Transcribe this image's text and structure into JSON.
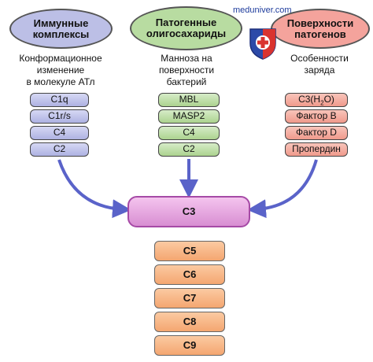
{
  "headers": [
    {
      "line1": "Иммунные",
      "line2": "комплексы"
    },
    {
      "line1": "Патогенные",
      "line2": "олигосахариды"
    },
    {
      "line1": "Поверхности",
      "line2": "патогенов"
    }
  ],
  "descriptions": [
    {
      "lines": [
        "Конформационное",
        "изменение",
        "в молекуле АТл"
      ]
    },
    {
      "lines": [
        "Манноза на",
        "поверхности",
        "бактерий"
      ]
    },
    {
      "lines": [
        "Особенности",
        "заряда"
      ]
    }
  ],
  "col1": [
    "C1q",
    "C1r/s",
    "C4",
    "C2"
  ],
  "col2": [
    "MBL",
    "MASP2",
    "C4",
    "C2"
  ],
  "col3": [
    {
      "main": "C3(H",
      "sub": "2",
      "tail": "O)"
    },
    {
      "main": "Фактор B"
    },
    {
      "main": "Фактор D"
    },
    {
      "main": "Пропердин"
    }
  ],
  "center": "C3",
  "terminal": [
    "C5",
    "C6",
    "C7",
    "C8",
    "C9"
  ],
  "watermark": "meduniver.com",
  "colors": {
    "arrow": "#5a63c9",
    "col1_fill": "#bcbfe6",
    "col2_fill": "#b8dca1",
    "col3_fill": "#f4a39c",
    "c3_fill": "#e3a0da",
    "terminal_fill": "#f8b584"
  },
  "icons": [
    "shield-cross-icon"
  ]
}
